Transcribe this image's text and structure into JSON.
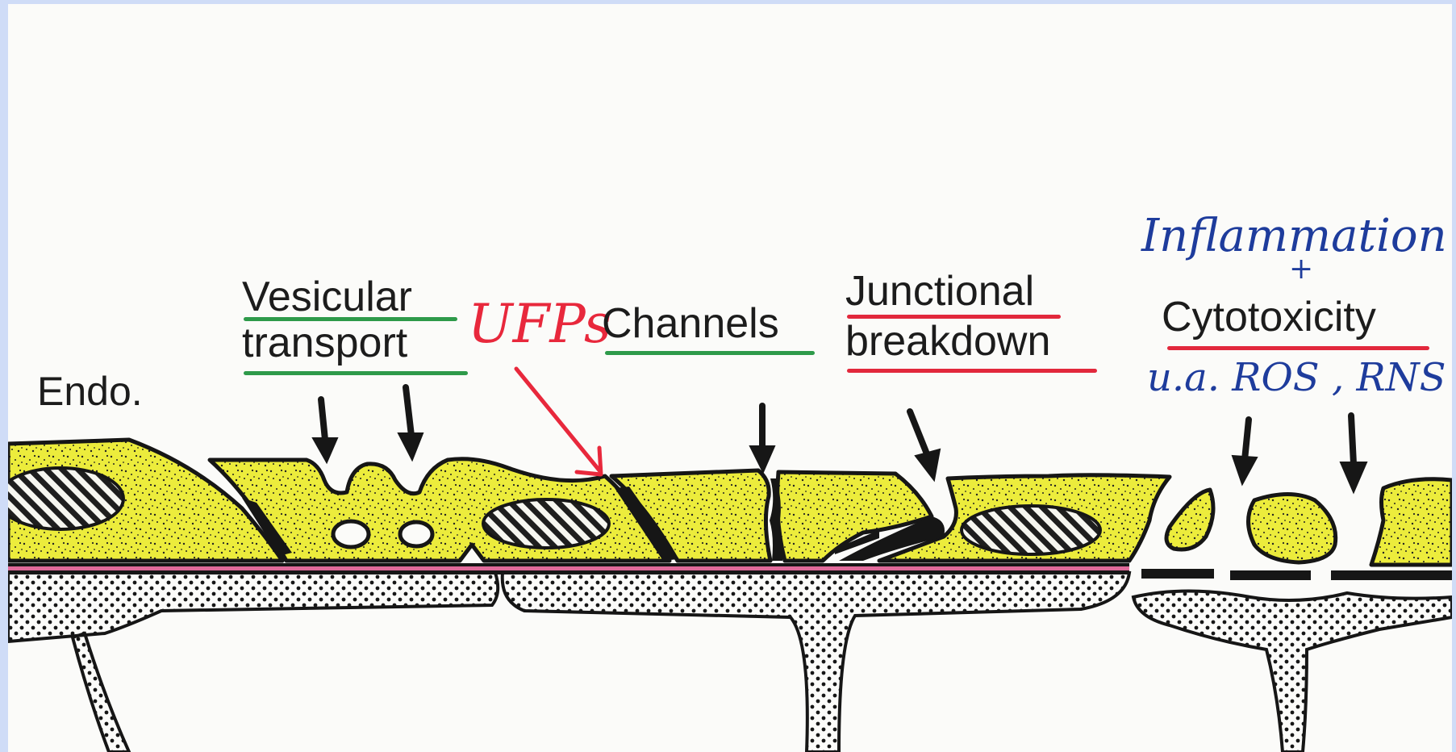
{
  "labels": {
    "endo": "Endo.",
    "vesicular": "Vesicular",
    "transport": "transport",
    "ufps": "UFPs",
    "channels": "Channels",
    "junctional": "Junctional",
    "breakdown": "breakdown",
    "inflammation": "Inflammation",
    "plus": "+",
    "cytotoxicity": "Cytotoxicity",
    "ros_rns": "u.a. ROS , RNS"
  },
  "colors": {
    "cell_fill": "#ecec3c",
    "outline": "#161616",
    "red_ink": "#e8283c",
    "blue_ink": "#1e3c9c",
    "green_underline": "#2e9a4a",
    "red_underline": "#e2283c",
    "membrane_pink": "#e06a9a",
    "background": "#fbfbf9",
    "frame": "#cfdcf7"
  }
}
